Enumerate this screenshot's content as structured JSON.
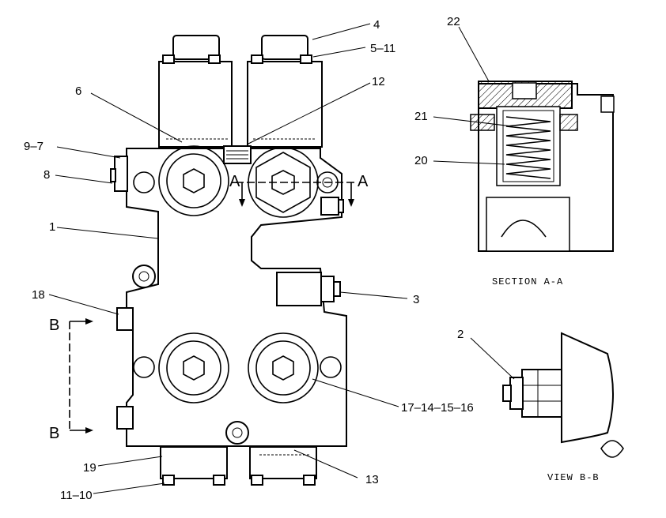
{
  "callouts": {
    "c4": "4",
    "c5_11": "5–11",
    "c12": "12",
    "c6": "6",
    "c9_7": "9–7",
    "c8": "8",
    "c1": "1",
    "c18": "18",
    "c3": "3",
    "c17_14_15_16": "17–14–15–16",
    "c19": "19",
    "c11_10": "11–10",
    "c13": "13",
    "c22": "22",
    "c21": "21",
    "c20": "20",
    "c2": "2"
  },
  "section_marks": {
    "a_left": "A",
    "a_right": "A",
    "b_top": "B",
    "b_bottom": "B"
  },
  "captions": {
    "section": "SECTION A-A",
    "view": "VIEW B-B"
  }
}
